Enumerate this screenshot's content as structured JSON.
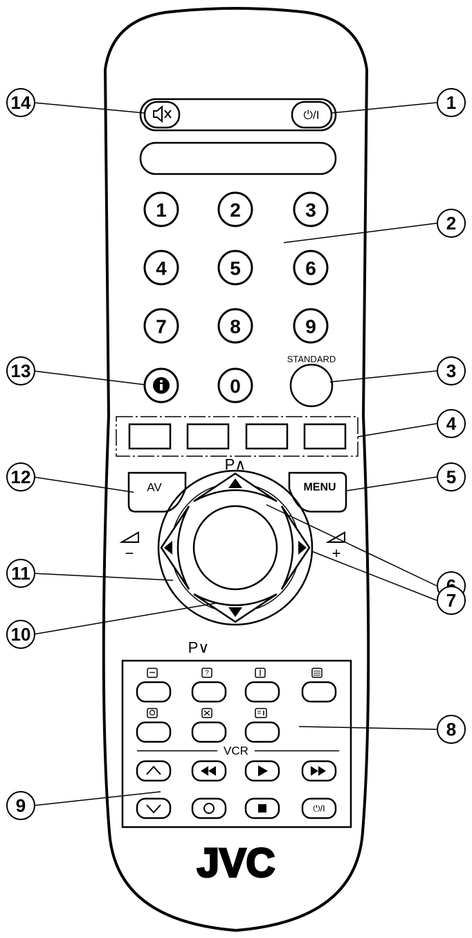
{
  "brand": "JVC",
  "top_buttons": {
    "mute_icon": "muting-speaker-icon",
    "power_label": "⏻/I"
  },
  "number_keys": [
    "1",
    "2",
    "3",
    "4",
    "5",
    "6",
    "7",
    "8",
    "9",
    "0"
  ],
  "info_icon": "info-icon",
  "standard_label": "STANDARD",
  "av_label": "AV",
  "menu_label": "MENU",
  "nav": {
    "p_up_label": "P∧",
    "p_down_label": "P∨",
    "vol_minus_label": "−",
    "vol_plus_label": "+"
  },
  "vcr_label": "VCR",
  "vcr_power_label": "⏻/I",
  "callouts": [
    "1",
    "2",
    "3",
    "4",
    "5",
    "6",
    "7",
    "8",
    "9",
    "10",
    "11",
    "12",
    "13",
    "14"
  ]
}
